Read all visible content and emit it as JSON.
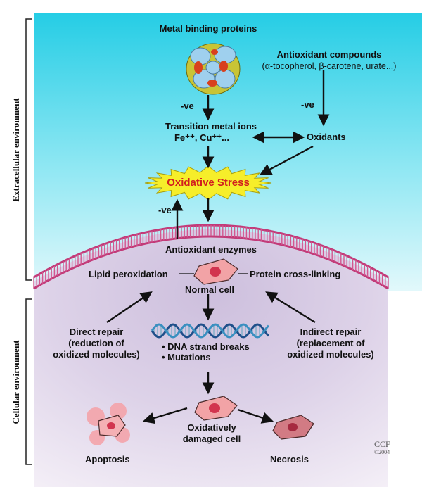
{
  "side_labels": {
    "extracellular": "Extracellular environment",
    "cellular": "Cellular environment"
  },
  "labels": {
    "metal_binding": "Metal binding proteins",
    "antioxidant_compounds_1": "Antioxidant compounds",
    "antioxidant_compounds_2": "(α-tocopherol, β-carotene, urate...)",
    "neg_left": "-ve",
    "neg_right": "-ve",
    "neg_enzyme": "-ve",
    "transition_1": "Transition  metal  ions",
    "transition_2": "Fe⁺⁺, Cu⁺⁺...",
    "oxidants": "Oxidants",
    "oxidative_stress": "Oxidative Stress",
    "antioxidant_enzymes": "Antioxidant enzymes",
    "lipid_peroxidation": "Lipid peroxidation",
    "protein_crosslinking": "Protein cross-linking",
    "normal_cell": "Normal cell",
    "direct_repair_1": "Direct repair",
    "direct_repair_2": "(reduction of",
    "direct_repair_3": "oxidized molecules)",
    "indirect_repair_1": "Indirect repair",
    "indirect_repair_2": "(replacement of",
    "indirect_repair_3": "oxidized molecules)",
    "dna_breaks": "• DNA strand breaks",
    "mutations": "• Mutations",
    "damaged_1": "Oxidatively",
    "damaged_2": "damaged cell",
    "apoptosis": "Apoptosis",
    "necrosis": "Necrosis"
  },
  "credit": {
    "line1": "CCF",
    "line2": "©2004"
  },
  "colors": {
    "extracellular_top": "#2ccfe6",
    "extracellular_bottom": "#d8f6fb",
    "cytoplasm": "#ddd0e8",
    "membrane": "#c23a78",
    "star": "#f6ee2a",
    "stress_text": "#d21f1f",
    "cell": "#f2a0a6",
    "nucleus": "#d2344e"
  }
}
